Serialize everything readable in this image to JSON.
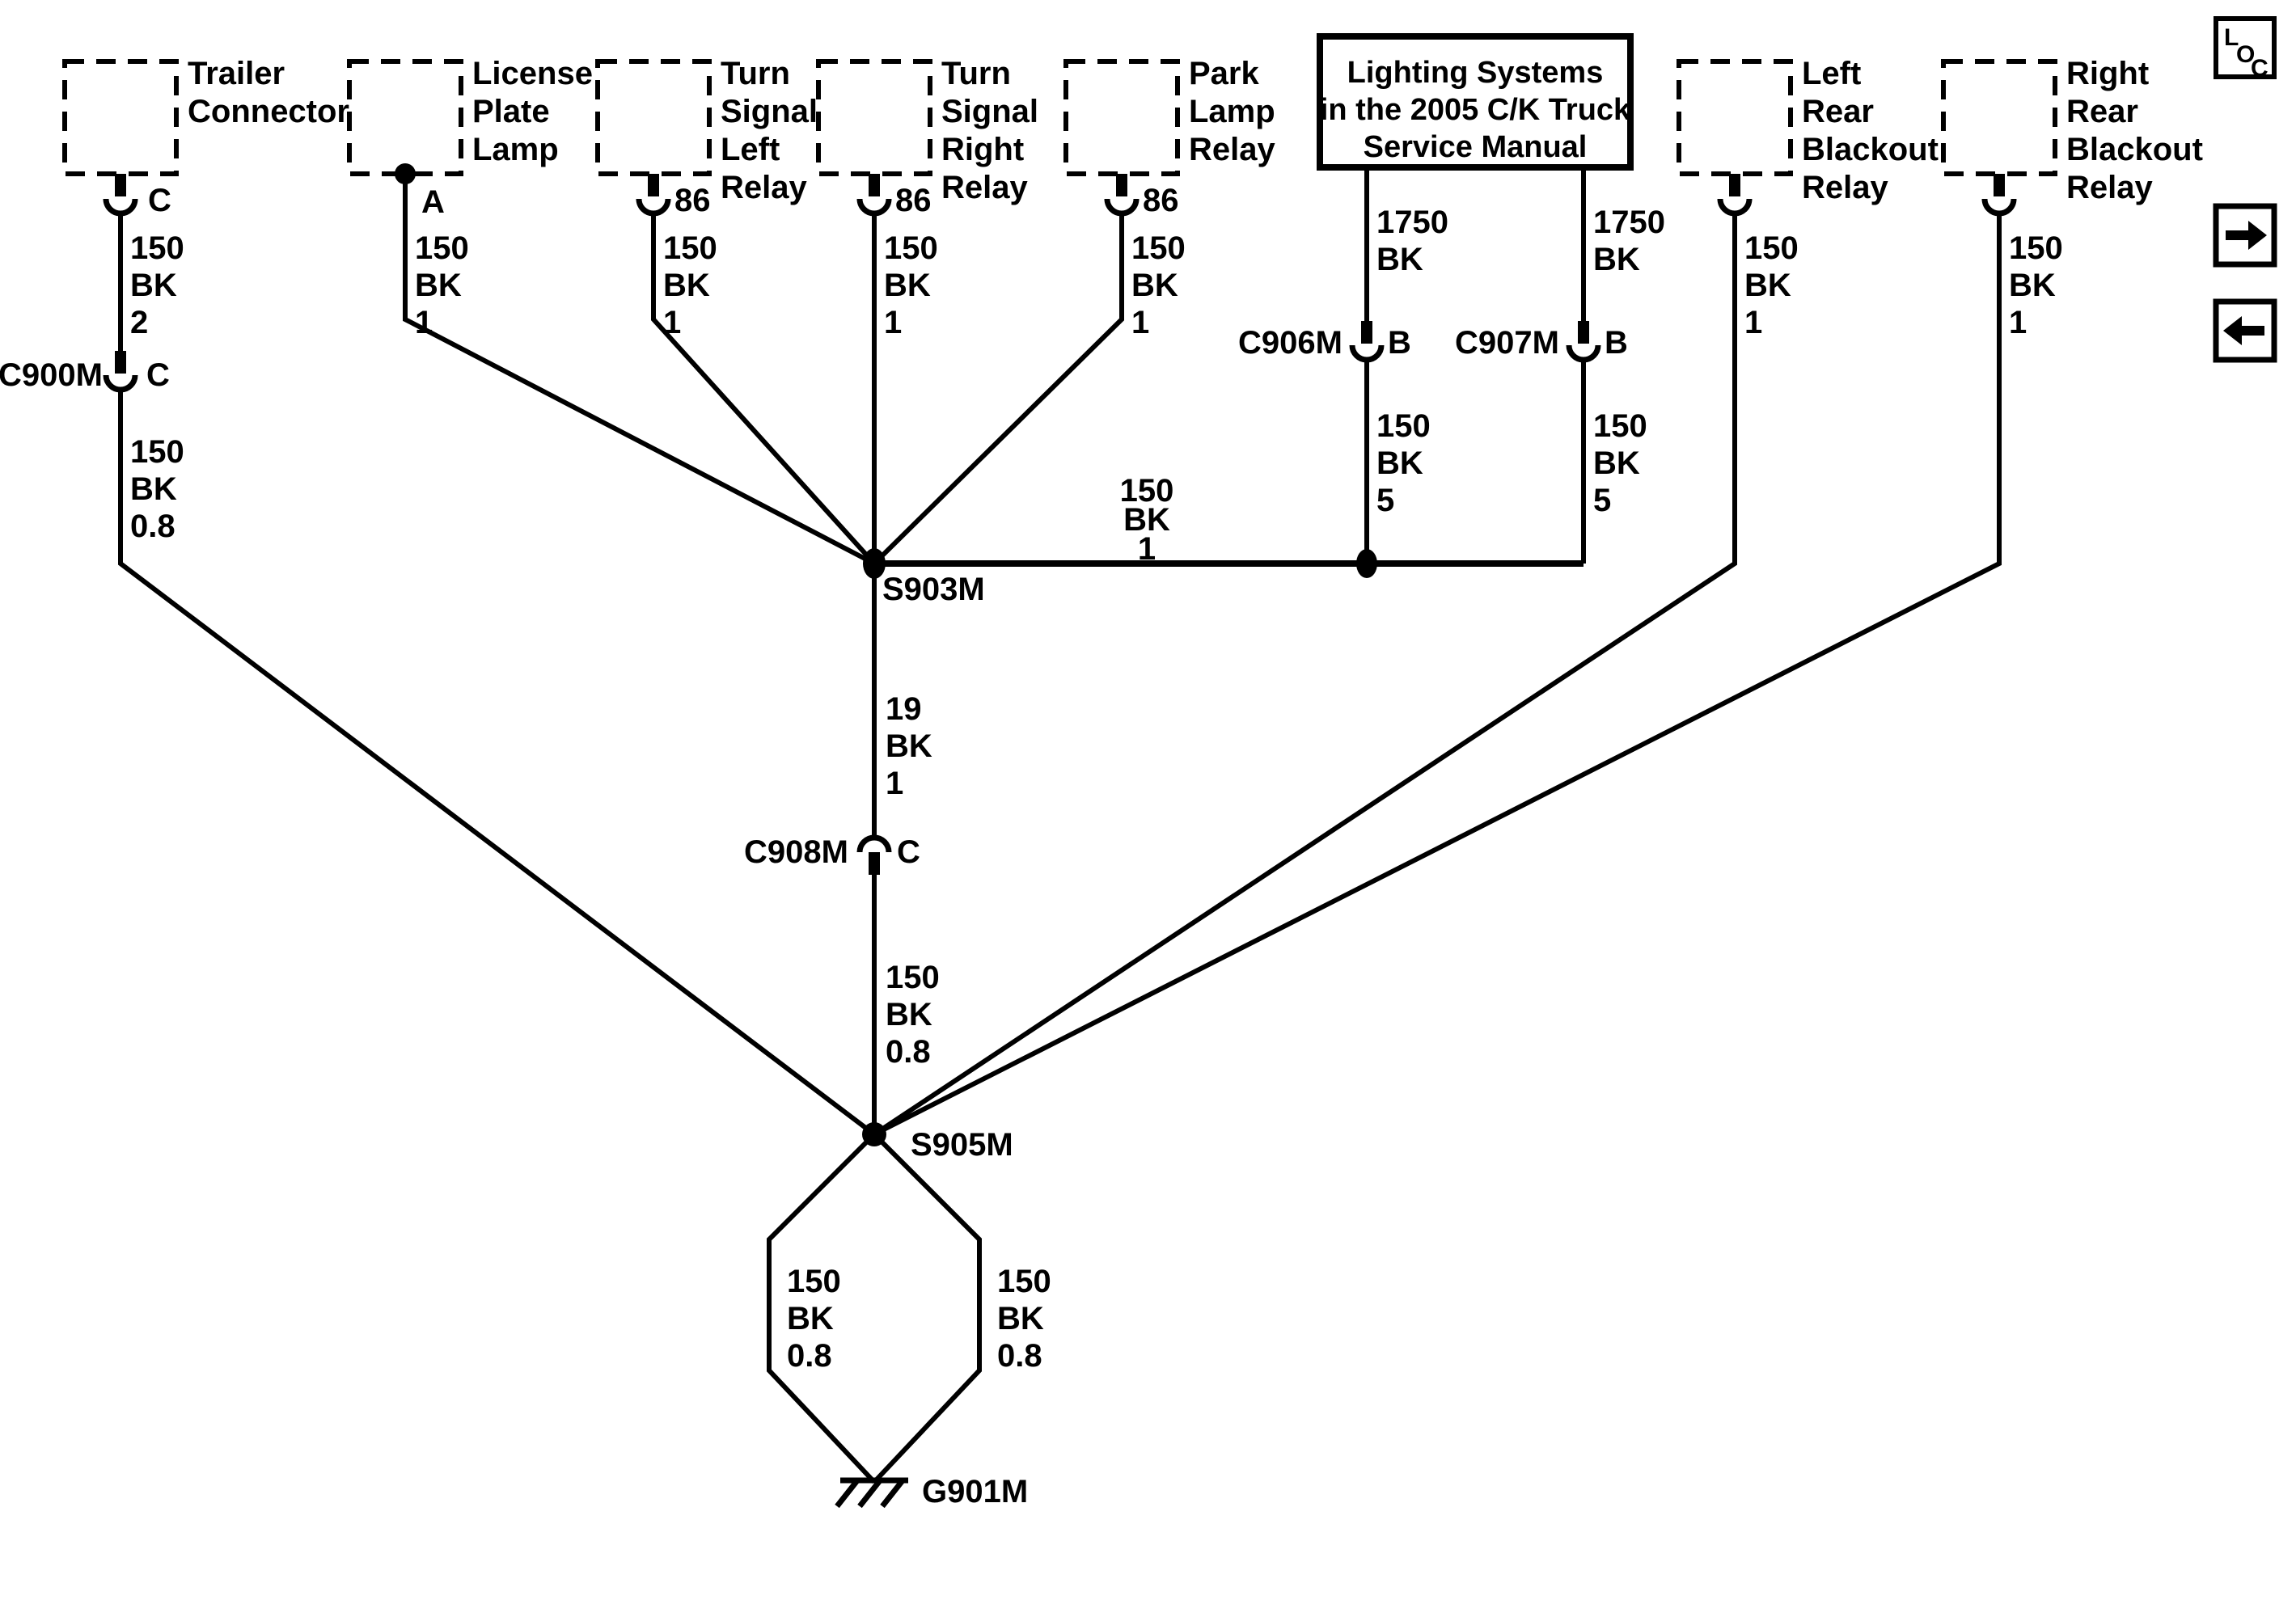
{
  "page": {
    "background": "#ffffff",
    "ink": "#000000"
  },
  "loc_badge": {
    "letters": {
      "l": "L",
      "o": "O",
      "c": "C"
    }
  },
  "components": {
    "trailer_connector": {
      "label_lines": [
        "Trailer",
        "Connector"
      ],
      "pin": "C"
    },
    "license_plate_lamp": {
      "label_lines": [
        "License",
        "Plate",
        "Lamp"
      ],
      "pin": "A"
    },
    "turn_signal_left_relay": {
      "label_lines": [
        "Turn",
        "Signal",
        "Left",
        "Relay"
      ],
      "pin": "86"
    },
    "turn_signal_right_relay": {
      "label_lines": [
        "Turn",
        "Signal",
        "Right",
        "Relay"
      ],
      "pin": "86"
    },
    "park_lamp_relay": {
      "label_lines": [
        "Park",
        "Lamp",
        "Relay"
      ],
      "pin": "86"
    },
    "lighting_systems_ref": {
      "label_lines": [
        "Lighting Systems",
        "in the 2005 C/K Truck",
        "Service Manual"
      ]
    },
    "left_rear_blackout_relay": {
      "label_lines": [
        "Left",
        "Rear",
        "Blackout",
        "Relay"
      ]
    },
    "right_rear_blackout_relay": {
      "label_lines": [
        "Right",
        "Rear",
        "Blackout",
        "Relay"
      ]
    }
  },
  "connectors": {
    "c900m": {
      "name": "C900M",
      "pin": "C"
    },
    "c906m": {
      "name": "C906M",
      "pin": "B"
    },
    "c907m": {
      "name": "C907M",
      "pin": "B"
    },
    "c908m": {
      "name": "C908M",
      "pin": "C"
    }
  },
  "splices": {
    "s903m": "S903M",
    "s905m": "S905M"
  },
  "grounds": {
    "g901m": "G901M"
  },
  "wires": {
    "trailer_to_c900m": [
      "150",
      "BK",
      "2"
    ],
    "c900m_to_s905m": [
      "150",
      "BK",
      "0.8"
    ],
    "license_to_s903m": [
      "150",
      "BK",
      "1"
    ],
    "ts_left_to_s903m": [
      "150",
      "BK",
      "1"
    ],
    "ts_right_to_s903m": [
      "150",
      "BK",
      "1"
    ],
    "park_to_s903m": [
      "150",
      "BK",
      "1"
    ],
    "bus_s903m_to_c907m": [
      "150",
      "BK",
      "1"
    ],
    "lighting_to_c906m": [
      "1750",
      "BK"
    ],
    "lighting_to_c907m": [
      "1750",
      "BK"
    ],
    "c906m_to_bus": [
      "150",
      "BK",
      "5"
    ],
    "c907m_to_bus": [
      "150",
      "BK",
      "5"
    ],
    "s903m_to_c908m": [
      "19",
      "BK",
      "1"
    ],
    "c908m_to_s905m": [
      "150",
      "BK",
      "0.8"
    ],
    "blackout_left_to_s905m": [
      "150",
      "BK",
      "1"
    ],
    "blackout_right_to_s905m": [
      "150",
      "BK",
      "1"
    ],
    "s905m_left_to_g901m": [
      "150",
      "BK",
      "0.8"
    ],
    "s905m_right_to_g901m": [
      "150",
      "BK",
      "0.8"
    ]
  }
}
